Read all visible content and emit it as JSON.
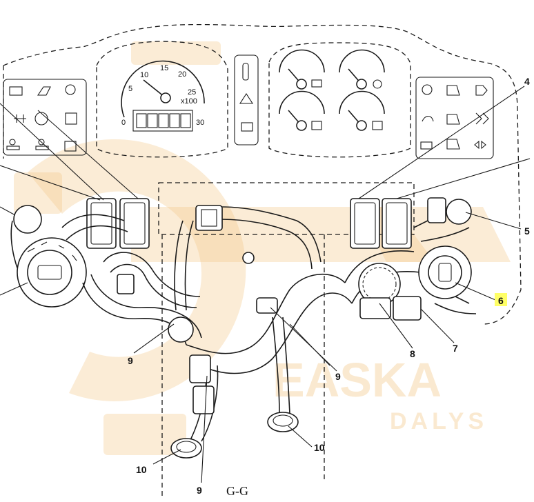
{
  "diagram": {
    "section_label": "G-G",
    "tachometer": {
      "scale_numbers": [
        "0",
        "5",
        "10",
        "15",
        "20",
        "25",
        "30"
      ],
      "multiplier": "x100"
    },
    "callouts": [
      {
        "id": "c4",
        "label": "4"
      },
      {
        "id": "c5",
        "label": "5"
      },
      {
        "id": "c6",
        "label": "6",
        "highlight": "#ffff66"
      },
      {
        "id": "c7",
        "label": "7"
      },
      {
        "id": "c8",
        "label": "8"
      },
      {
        "id": "c9a",
        "label": "9"
      },
      {
        "id": "c9b",
        "label": "9"
      },
      {
        "id": "c9c",
        "label": "9"
      },
      {
        "id": "c10a",
        "label": "10"
      },
      {
        "id": "c10b",
        "label": "10"
      }
    ],
    "watermark": {
      "brand": "EASKA",
      "sub": "DALYS",
      "color": "#f0b35a"
    },
    "icons": {
      "left_panel": [
        "battery-icon",
        "coolant-icon",
        "oil-pressure-icon",
        "parking-brake-icon",
        "fuel-icon",
        "glow-plug-icon",
        "air-filter-icon",
        "hydraulic-icon",
        "transmission-icon"
      ],
      "right_panel": [
        "turn-signal-icon",
        "work-light-icon",
        "hazard-icon",
        "beam-icon",
        "differential-lock-icon",
        "pto-icon",
        "wiper-icon",
        "horn-icon",
        "arrow-icon"
      ],
      "center_switches": [
        "hazard-triangle-icon",
        "light-switch-icon"
      ],
      "gauges": [
        "temperature-gauge",
        "oil-gauge",
        "fuel-gauge",
        "pressure-gauge"
      ]
    }
  }
}
